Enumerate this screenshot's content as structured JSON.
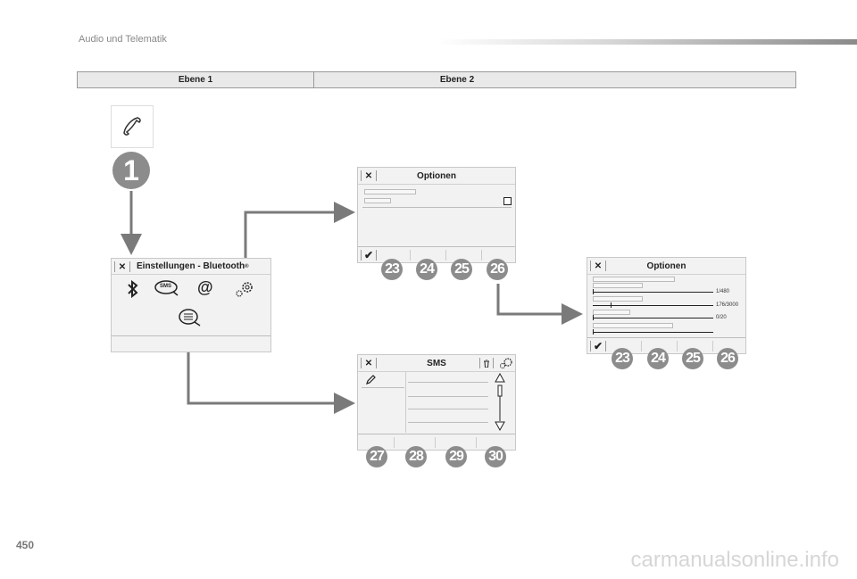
{
  "header": {
    "section_title": "Audio und Telematik"
  },
  "levels": {
    "level1": "Ebene 1",
    "level2": "Ebene 2"
  },
  "step_badge": "1",
  "settings_screen": {
    "title": "Einstellungen - Bluetooth",
    "sup": "®",
    "sms_icon_label": "SMS"
  },
  "options_screen_1": {
    "title": "Optionen",
    "badges": [
      "23",
      "24",
      "25",
      "26"
    ]
  },
  "options_screen_2": {
    "title": "Optionen",
    "values": [
      "1/480",
      "176/3000",
      "0/20"
    ],
    "badges": [
      "23",
      "24",
      "25",
      "26"
    ]
  },
  "sms_screen": {
    "title": "SMS",
    "badges": [
      "27",
      "28",
      "29",
      "30"
    ]
  },
  "footer": {
    "page_number": "450",
    "watermark": "carmanualsonline.info"
  },
  "icons": [
    "phone-icon",
    "close-icon",
    "check-icon",
    "bluetooth-icon",
    "sms-icon",
    "at-icon",
    "gear-icon",
    "message-icon",
    "pencil-icon",
    "trash-icon",
    "arrow-up-icon",
    "arrow-down-icon"
  ],
  "colors": {
    "badge": "#8c8c8c",
    "connector": "#7a7a7a",
    "screen_bg": "#f2f2f2"
  }
}
